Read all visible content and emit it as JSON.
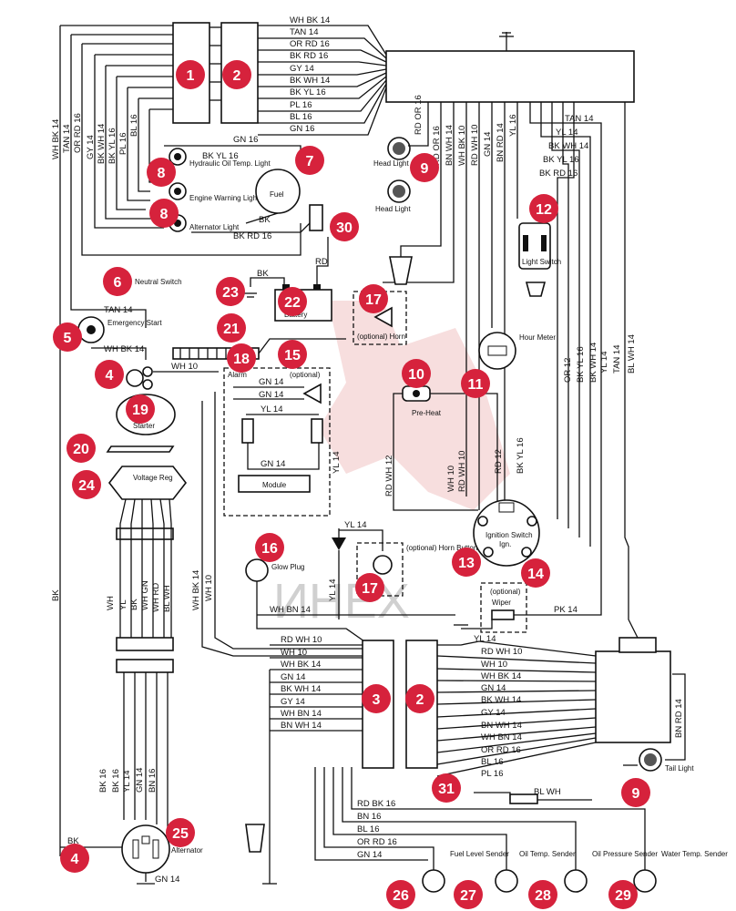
{
  "watermark": "ИНЕХ",
  "badges": [
    "1",
    "2",
    "3",
    "2",
    "4",
    "4",
    "5",
    "6",
    "7",
    "8",
    "8",
    "9",
    "9",
    "10",
    "11",
    "12",
    "13",
    "14",
    "15",
    "16",
    "17",
    "17",
    "18",
    "19",
    "20",
    "21",
    "22",
    "23",
    "24",
    "25",
    "26",
    "27",
    "28",
    "29",
    "30",
    "31"
  ],
  "connector_top_wires": [
    "WH BK 14",
    "TAN 14",
    "OR RD 16",
    "BK RD 16",
    "GY 14",
    "BK WH 14",
    "BK YL 16",
    "PL 16",
    "BL 16",
    "GN 16"
  ],
  "connector_bottom_left_wires": [
    "RD WH 10",
    "WH 10",
    "WH BK 14",
    "GN 14",
    "BK WH 14",
    "GY 14",
    "WH BN 14",
    "BN WH 14"
  ],
  "connector_bottom_right_wires": [
    "YL 14",
    "RD WH 10",
    "WH 10",
    "WH BK 14",
    "GN 14",
    "BK WH 14",
    "GY 14",
    "BN WH 14",
    "WH BN 14",
    "OR RD 16",
    "BL 16",
    "PL 16"
  ],
  "top_vertical_wires": [
    "RD OR 16",
    "BN WH 14",
    "WH BK 10",
    "RD WH 10",
    "GN 14",
    "BN RD 14",
    "YL 16"
  ],
  "right_harness_wires": [
    "TAN 14",
    "YL 14",
    "BK WH 14",
    "BK YL 16",
    "BK RD 16"
  ],
  "left_vertical_wires": [
    "WH BK 14",
    "TAN 14",
    "OR RD 16",
    "GY 14",
    "BK WH 14",
    "BK YL 16",
    "PL 16",
    "BL 16"
  ],
  "harness_wires": [
    "WH",
    "YL",
    "BK",
    "WH GN",
    "WH RD",
    "BL WH"
  ],
  "alternator_wires": [
    "BK 16",
    "BK 16",
    "YL 14",
    "GN 14",
    "BN 16"
  ],
  "ignition_wires": [
    "RD WH 12",
    "WH 10",
    "RD WH 10",
    "RD 12",
    "BK YL 16",
    "OR 12",
    "BK YL 16",
    "BK WH 14",
    "YL 14",
    "TAN 14",
    "BL WH 14"
  ],
  "module_wires": [
    "GN 14",
    "GN 14",
    "YL 14",
    "GN 14",
    "YL 14"
  ],
  "sender_wires": [
    "RD BK 16",
    "BN 16",
    "BL 16",
    "OR RD 16",
    "GN 14"
  ],
  "misc_wires": {
    "gn16": "GN 16",
    "bk_yl16": "BK YL 16",
    "bk": "BK",
    "bk_rd16": "BK RD 16",
    "bk_battery": "BK",
    "rd_battery": "RD",
    "tan14": "TAN 14",
    "wh_bk14": "WH BK 14",
    "wh10": "WH 10",
    "wh_bk14_v": "WH BK 14",
    "wh10_v": "WH 10",
    "yl14_horn": "YL 14",
    "yl14_v": "YL 14",
    "wh_bn14": "WH BN 14",
    "pk14": "PK 14",
    "bk_v": "BK",
    "bk_alt": "BK",
    "gn14_alt": "GN 14",
    "bl_wh": "BL WH",
    "bn_rd14": "BN RD 14",
    "bk_left": "BK"
  },
  "components": {
    "hydraulic_light": "Hydraulic Oil Temp. Light",
    "engine_light": "Engine Warning Light",
    "alternator_light": "Alternator Light",
    "fuel_gauge": "Fuel",
    "head_light_1": "Head Light",
    "head_light_2": "Head Light",
    "light_switch": "Light Switch",
    "neutral_switch": "Neutral Switch",
    "emergency_start": "Emergency Start",
    "battery": "Battery",
    "horn_optional": "(optional) Horn",
    "hour_meter": "Hour Meter",
    "pre_heat": "Pre-Heat",
    "alarm": "Alarm",
    "optional": "(optional)",
    "starter": "Starter",
    "module": "Module",
    "voltage_reg": "Voltage Reg",
    "glow_plug": "Glow Plug",
    "horn_button": "(optional) Horn Button",
    "ignition_switch": "Ignition Switch",
    "ign": "Ign.",
    "wiper_optional": "(optional)",
    "wiper": "Wiper",
    "tail_light": "Tail Light",
    "alternator": "Alternator",
    "fuel_sender": "Fuel Level Sender",
    "oil_temp_sender": "Oil Temp. Sender",
    "oil_pressure_sender": "Oil Pressure Sender",
    "water_temp_sender": "Water Temp. Sender"
  }
}
